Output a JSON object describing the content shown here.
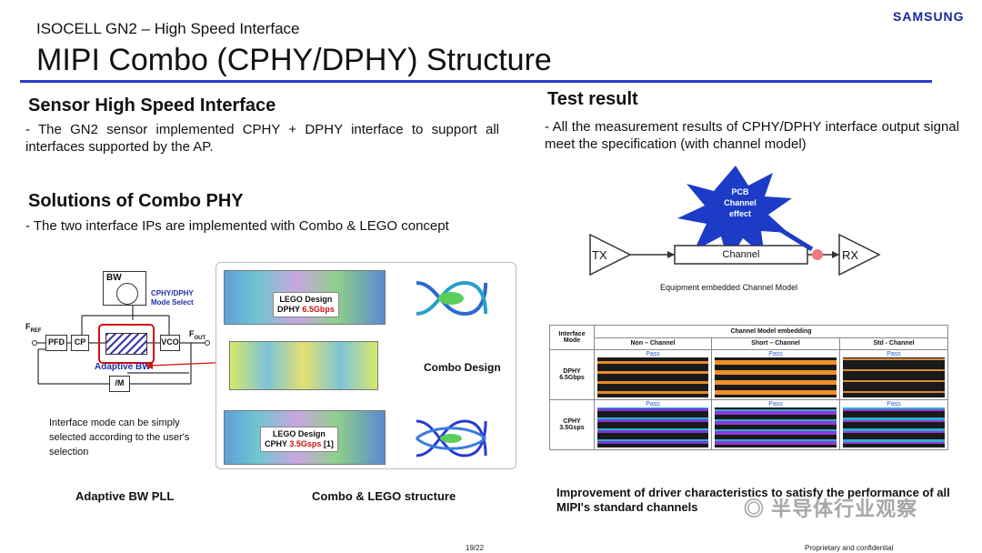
{
  "header": {
    "brand": "SAMSUNG",
    "subtitle": "ISOCELL GN2 – High Speed Interface",
    "title": "MIPI Combo (CPHY/DPHY) Structure"
  },
  "left": {
    "sensor_heading": "Sensor High Speed Interface",
    "sensor_text": "- The GN2 sensor implemented CPHY + DPHY interface to support all interfaces supported by the AP.",
    "solutions_heading": "Solutions of Combo PHY",
    "solutions_text": "- The two interface IPs are implemented with Combo & LEGO concept",
    "pll": {
      "bw": "BW",
      "mode_select_l1": "CPHY/DPHY",
      "mode_select_l2": "Mode Select",
      "fref_main": "F",
      "fref_sub": "REF",
      "fout_main": "F",
      "fout_sub": "OUT",
      "pfd": "PFD",
      "cp": "CP",
      "vco": "VCO",
      "adaptive_bw": "Adaptive BW",
      "divider": "/M",
      "note": "Interface mode can be simply selected according to the user's selection"
    },
    "caption_pll": "Adaptive BW PLL",
    "combo": {
      "lego_dphy_l1": "LEGO Design",
      "lego_dphy_prefix": "DPHY ",
      "lego_dphy_rate": "6.5Gbps",
      "combo_design": "Combo Design",
      "lego_cphy_l1": "LEGO Design",
      "lego_cphy_prefix": "CPHY ",
      "lego_cphy_rate": "3.5Gsps",
      "lego_cphy_ref": " [1]"
    },
    "caption_combo": "Combo & LEGO structure"
  },
  "right": {
    "test_heading": "Test result",
    "test_text": "- All the measurement results of CPHY/DPHY interface output signal meet the specification (with channel model)",
    "channel_model": {
      "pcb_l1": "PCB",
      "pcb_l2": "Channel",
      "pcb_l3": "effect",
      "tx": "TX",
      "channel": "Channel",
      "rx": "RX",
      "caption": "Equipment embedded Channel Model"
    },
    "table": {
      "mode_header": "Interface Mode",
      "group_header": "Channel Model embedding",
      "columns": [
        "Non – Channel",
        "Short – Channel",
        "Std - Channel"
      ],
      "rows": [
        {
          "label_l1": "DPHY",
          "label_l2": "6.5Gbps",
          "status": [
            "Pass",
            "Pass",
            "Pass"
          ]
        },
        {
          "label_l1": "CPHY",
          "label_l2": "3.5Gsps",
          "status": [
            "Pass",
            "Pass",
            "Pass"
          ]
        }
      ]
    },
    "improvement_text": "Improvement of driver characteristics to satisfy the performance of all MIPI's standard channels"
  },
  "footer": {
    "page": "19/22",
    "confidential": "Proprietary and confidential"
  },
  "colors": {
    "brand": "#1428a0",
    "title_rule": "#2a3cc8",
    "highlight_red": "#d01010",
    "starburst": "#1c3cc8"
  }
}
